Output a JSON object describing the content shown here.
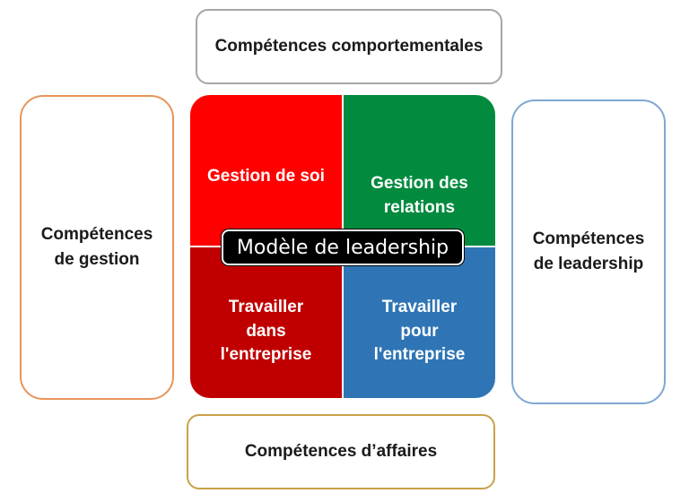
{
  "outer": {
    "top": "Compétences comportementales",
    "left": [
      "Compétences",
      "de gestion"
    ],
    "right": [
      "Compétences",
      "de leadership"
    ],
    "bottom": "Compétences d’affaires"
  },
  "quadrants": {
    "top_left": [
      "Gestion de soi"
    ],
    "top_right": [
      "Gestion des",
      "relations"
    ],
    "bottom_left": [
      "Travailler",
      "dans",
      "l'entreprise"
    ],
    "bottom_right": [
      "Travailler",
      "pour",
      "l'entreprise"
    ]
  },
  "center": "Modèle de leadership",
  "colors": {
    "top_left": "#ff0000",
    "top_right": "#028a3e",
    "bottom_left": "#c00000",
    "bottom_right": "#2f75b5"
  }
}
